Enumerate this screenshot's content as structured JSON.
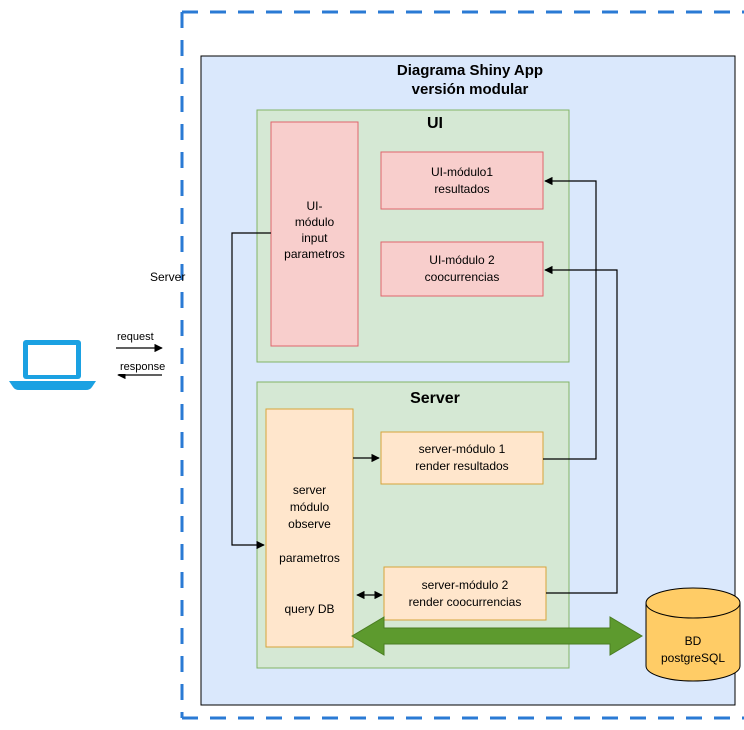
{
  "title": "Diagrama Shiny App\nversión modular",
  "server_outer_label": "Server",
  "request_label": "request",
  "response_label": "response",
  "ui": {
    "title": "UI",
    "input_module": "UI-\nmódulo\ninput\nparametros",
    "module1": "UI-módulo1\nresultados",
    "module2": "UI-módulo 2\ncoocurrencias"
  },
  "server": {
    "title": "Server",
    "observe_module": "server\nmódulo\nobserve\n\nparametros\n\n\nquery DB",
    "module1": "server-módulo 1\nrender resultados",
    "module2": "server-módulo 2\nrender coocurrencias"
  },
  "database": "BD\npostgreSQL",
  "colors": {
    "outer_fill": "#dae8fc",
    "outer_dash": "#2a7ad4",
    "green_fill": "#d5e8d4",
    "green_stroke": "#82b366",
    "red_fill": "#f8cecc",
    "red_stroke": "#e0656b",
    "orange_fill": "#ffe6cc",
    "orange_stroke": "#d6a43a",
    "db_fill": "#ffcc66",
    "arrow_green": "#5d9a2e",
    "laptop": "#1ba1e2"
  }
}
